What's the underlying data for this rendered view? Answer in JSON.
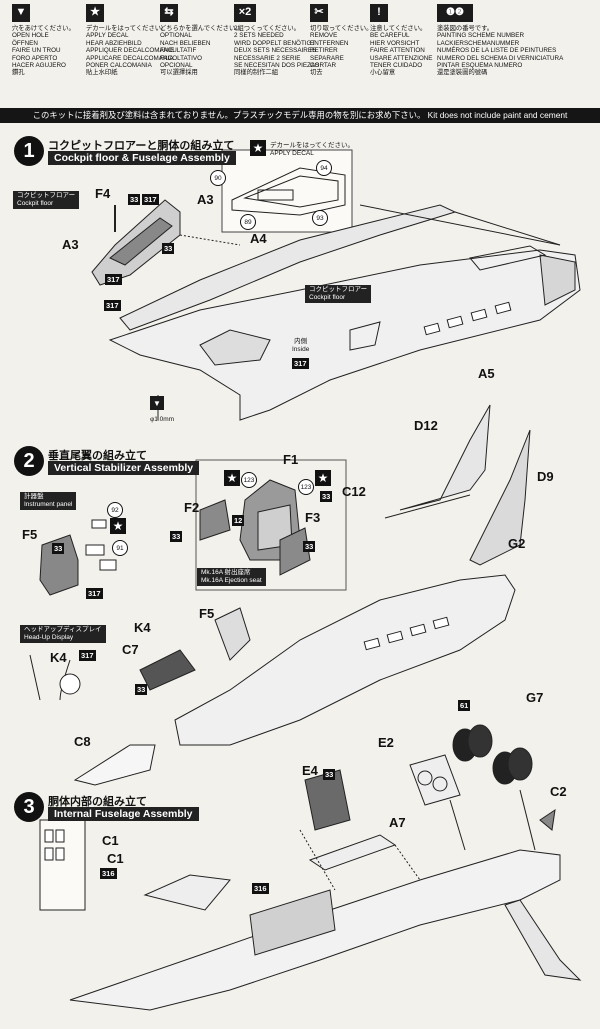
{
  "legend": [
    {
      "icon": "drill-hole-icon",
      "symbol": "▼",
      "lines": [
        "穴をあけてください。",
        "OPEN HOLE",
        "ÖFFNEN",
        "FAIRE UN TROU",
        "FORO APERTO",
        "HACER AGUJERO",
        "鑽孔"
      ]
    },
    {
      "icon": "decal-star-icon",
      "symbol": "★",
      "lines": [
        "デカールをはってください。",
        "APPLY DECAL",
        "HEAR ABZIEHBILD",
        "APPLIQUER DECALCOMANIE",
        "APPLICARE DECALCOMANIA",
        "PONER CALCOMANIA",
        "貼上水印紙"
      ]
    },
    {
      "icon": "optional-icon",
      "symbol": "⇆",
      "lines": [
        "どちらかを選んでください。",
        "OPTIONAL",
        "NACH BELIEBEN",
        "FACULTATIF",
        "FACOLTATIVO",
        "OPCIONAL",
        "可以選擇採用"
      ]
    },
    {
      "icon": "times-two-icon",
      "symbol": "×2",
      "lines": [
        "2組つくってください。",
        "2 SETS NEEDED",
        "WIRD DOPPELT BENÖTIGT",
        "DEUX SETS NECESSAIRES",
        "NECESSARIE 2 SERIE",
        "SE NECESITAN DOS PIEZAS",
        "同樣的制作二組"
      ]
    },
    {
      "icon": "cut-remove-icon",
      "symbol": "✂",
      "lines": [
        "切り取ってください。",
        "REMOVE",
        "ENTFERNEN",
        "RETIRER",
        "SEPARARE",
        "CORTAR",
        "切去"
      ]
    },
    {
      "icon": "caution-icon",
      "symbol": "!",
      "lines": [
        "注意してください。",
        "BE CAREFUL",
        "HIER VORSICHT",
        "FAIRE ATTENTION",
        "USARE ATTENZIONE",
        "TENER CUIDADO",
        "小心留意"
      ]
    },
    {
      "icon": "paint-scheme-icon",
      "symbol": "12",
      "lines": [
        "塗装図の番号です。",
        "PAINTING SCHEME NUMBER",
        "LACKIERSCHEMANUMMER",
        "NUMÉROS DE LA LISTE DE PEINTURES",
        "NUMERO DEL SCHEMA DI VERNICIATURA",
        "PINTAR ESQUEMA NUMERO",
        "還是塗裝圖的號碼"
      ]
    }
  ],
  "banner": "このキットに接着剤及び塗料は含まれておりません。プラスチックモデル専用の物を別にお求め下さい。 Kit does not include paint and cement",
  "step1": {
    "num": "1",
    "jp": "コクピットフロアーと胴体の組み立て",
    "en": "Cockpit floor & Fuselage Assembly",
    "tag_floor_1": "コクピットフロアー\nCockpit floor",
    "tag_floor_1_jp": "コクピットフロアー",
    "tag_floor_1_en": "Cockpit floor",
    "tag_floor_2_jp": "コクピットフロアー",
    "tag_floor_2_en": "Cockpit floor",
    "decal_jp": "デカールをはってください。",
    "decal_en": "APPLY DECAL",
    "inside_jp": "内側",
    "inside_en": "Inside",
    "drill": "φ1.0mm",
    "parts": {
      "F4": "F4",
      "A3a": "A3",
      "A3b": "A3",
      "A4": "A4",
      "A5": "A5"
    },
    "badges": {
      "b33a": "33",
      "b317a": "317",
      "b33b": "33",
      "b317b": "317",
      "b317c": "317",
      "b317d": "317"
    },
    "decals": {
      "d90": "90",
      "d94": "94",
      "d89": "89",
      "d93": "93"
    }
  },
  "step2": {
    "num": "2",
    "jp": "垂直尾翼の組み立て",
    "en": "Vertical Stabilizer Assembly",
    "panel_jp": "計器盤",
    "panel_en": "Instrument panel",
    "hud_jp": "ヘッドアップディスプレイ",
    "hud_en": "Head-Up Display",
    "seat_jp": "Mk.16A 射出座席",
    "seat_en": "Mk.16A Ejection seat",
    "parts": {
      "D12": "D12",
      "D9": "D9",
      "C12": "C12",
      "G2": "G2",
      "F1": "F1",
      "F2": "F2",
      "F3": "F3",
      "F5a": "F5",
      "F5b": "F5",
      "K4a": "K4",
      "K4b": "K4",
      "C7": "C7",
      "C8": "C8"
    },
    "badges": {
      "b33a": "33",
      "b317": "317",
      "b12": "12",
      "b33b": "33",
      "b33c": "33",
      "b33d": "33",
      "b317b": "317",
      "b33e": "33"
    },
    "decals": {
      "d92": "92",
      "d91": "91",
      "d123a": "123",
      "d123b": "123"
    }
  },
  "step3": {
    "num": "3",
    "jp": "胴体内部の組み立て",
    "en": "Internal Fuselage Assembly",
    "parts": {
      "C1a": "C1",
      "C1b": "C1",
      "E2": "E2",
      "G7": "G7",
      "C2": "C2",
      "E4": "E4",
      "A7": "A7"
    },
    "badges": {
      "b61": "61",
      "b33": "33",
      "b316a": "316",
      "b316b": "316"
    }
  }
}
